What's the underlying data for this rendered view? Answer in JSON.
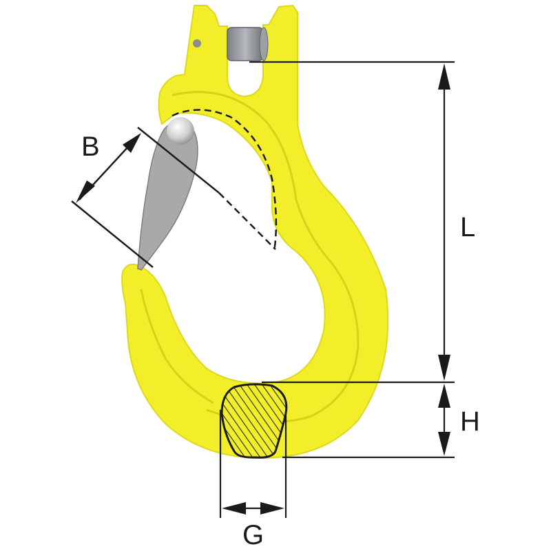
{
  "diagram": {
    "labels": {
      "b": "B",
      "l": "L",
      "h": "H",
      "g": "G"
    },
    "colors": {
      "hook_body": "#f2ef2a",
      "hook_edge": "#dcd81c",
      "latch": "#a9a9a9",
      "pin": "#8f9498",
      "dimension_line": "#1a1a1a"
    }
  }
}
